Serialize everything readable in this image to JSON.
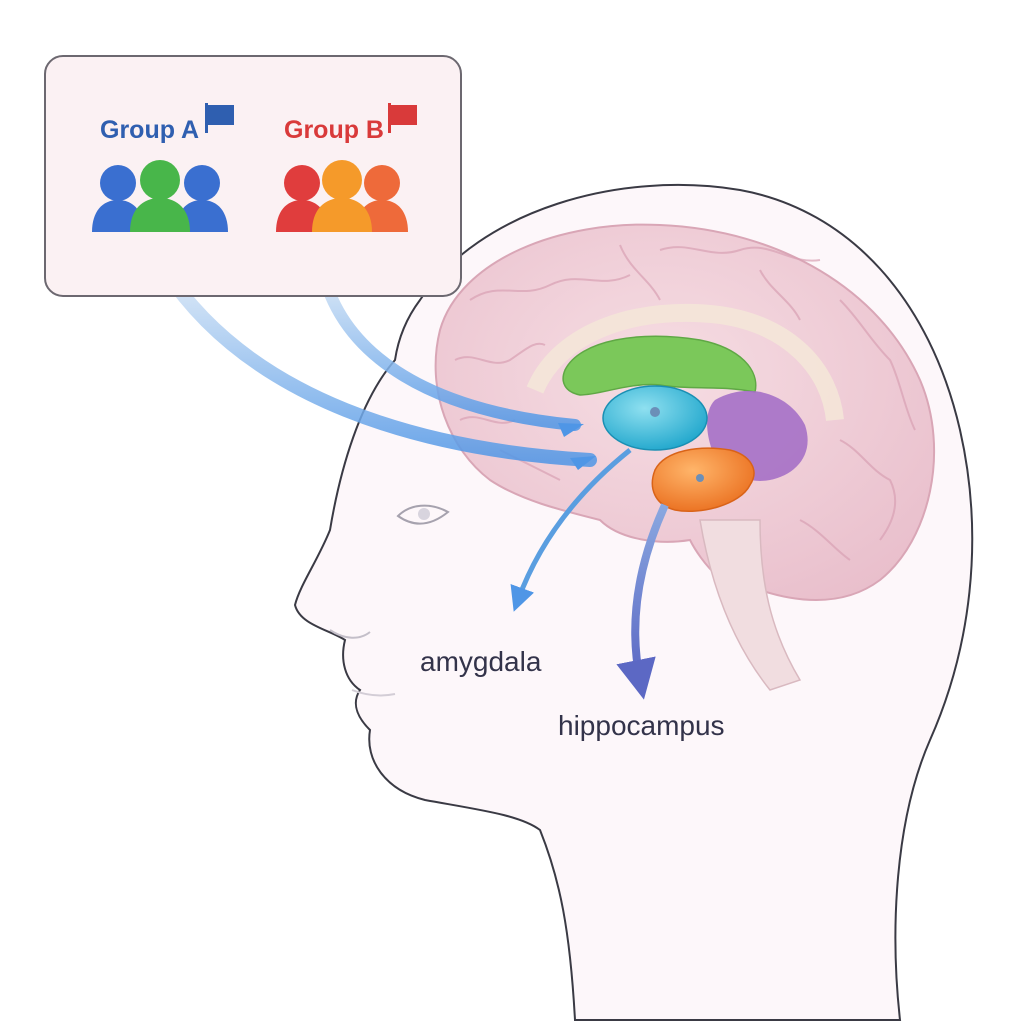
{
  "legend": {
    "group_a": {
      "label": "Group A",
      "color": "#2f5fb0"
    },
    "group_b": {
      "label": "Group B",
      "color": "#d93a3a"
    }
  },
  "labels": {
    "amygdala": "amygdala",
    "hippocampus": "hippocampus"
  },
  "colors": {
    "brain": "#f2cfd8",
    "cingulate": "#7bc85a",
    "thalamus": "#37b9d8",
    "basal_region": "#a570c6",
    "amygdala_region": "#f08a35",
    "arrow": "#5a9ee0",
    "head_outline": "#3a3a44"
  }
}
